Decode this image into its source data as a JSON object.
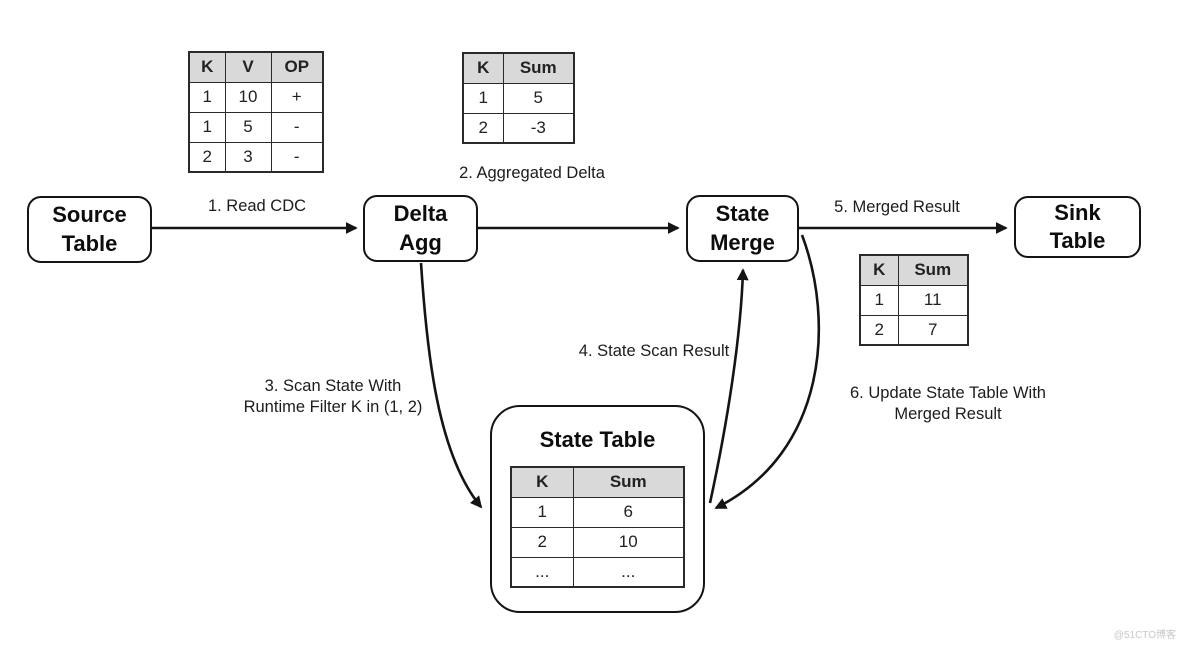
{
  "diagram": {
    "nodes": {
      "source_table": {
        "line1": "Source",
        "line2": "Table"
      },
      "delta_agg": {
        "line1": "Delta",
        "line2": "Agg"
      },
      "state_merge": {
        "line1": "State",
        "line2": "Merge"
      },
      "sink_table": {
        "line1": "Sink",
        "line2": "Table"
      },
      "state_table_title": "State Table"
    },
    "edge_labels": {
      "read_cdc": "1. Read CDC",
      "aggregated_delta": "2. Aggregated Delta",
      "scan_state_line1": "3. Scan State With",
      "scan_state_line2": "Runtime Filter K in (1, 2)",
      "state_scan_result": "4. State Scan Result",
      "merged_result": "5. Merged Result",
      "update_state_line1": "6. Update State Table With",
      "update_state_line2": "Merged Result"
    },
    "tables": {
      "cdc": {
        "headers": [
          "K",
          "V",
          "OP"
        ],
        "rows": [
          [
            "1",
            "10",
            "+"
          ],
          [
            "1",
            "5",
            "-"
          ],
          [
            "2",
            "3",
            "-"
          ]
        ]
      },
      "aggregated_delta": {
        "headers": [
          "K",
          "Sum"
        ],
        "rows": [
          [
            "1",
            "5"
          ],
          [
            "2",
            "-3"
          ]
        ]
      },
      "merged_result": {
        "headers": [
          "K",
          "Sum"
        ],
        "rows": [
          [
            "1",
            "11"
          ],
          [
            "2",
            "7"
          ]
        ]
      },
      "state": {
        "headers": [
          "K",
          "Sum"
        ],
        "rows": [
          [
            "1",
            "6"
          ],
          [
            "2",
            "10"
          ],
          [
            "...",
            "..."
          ]
        ]
      }
    },
    "colors": {
      "stroke": "#141414",
      "table_header_bg": "#d9d9d9",
      "background": "#ffffff",
      "watermark": "#c9c6c6"
    },
    "watermark": "@51CTO博客"
  }
}
